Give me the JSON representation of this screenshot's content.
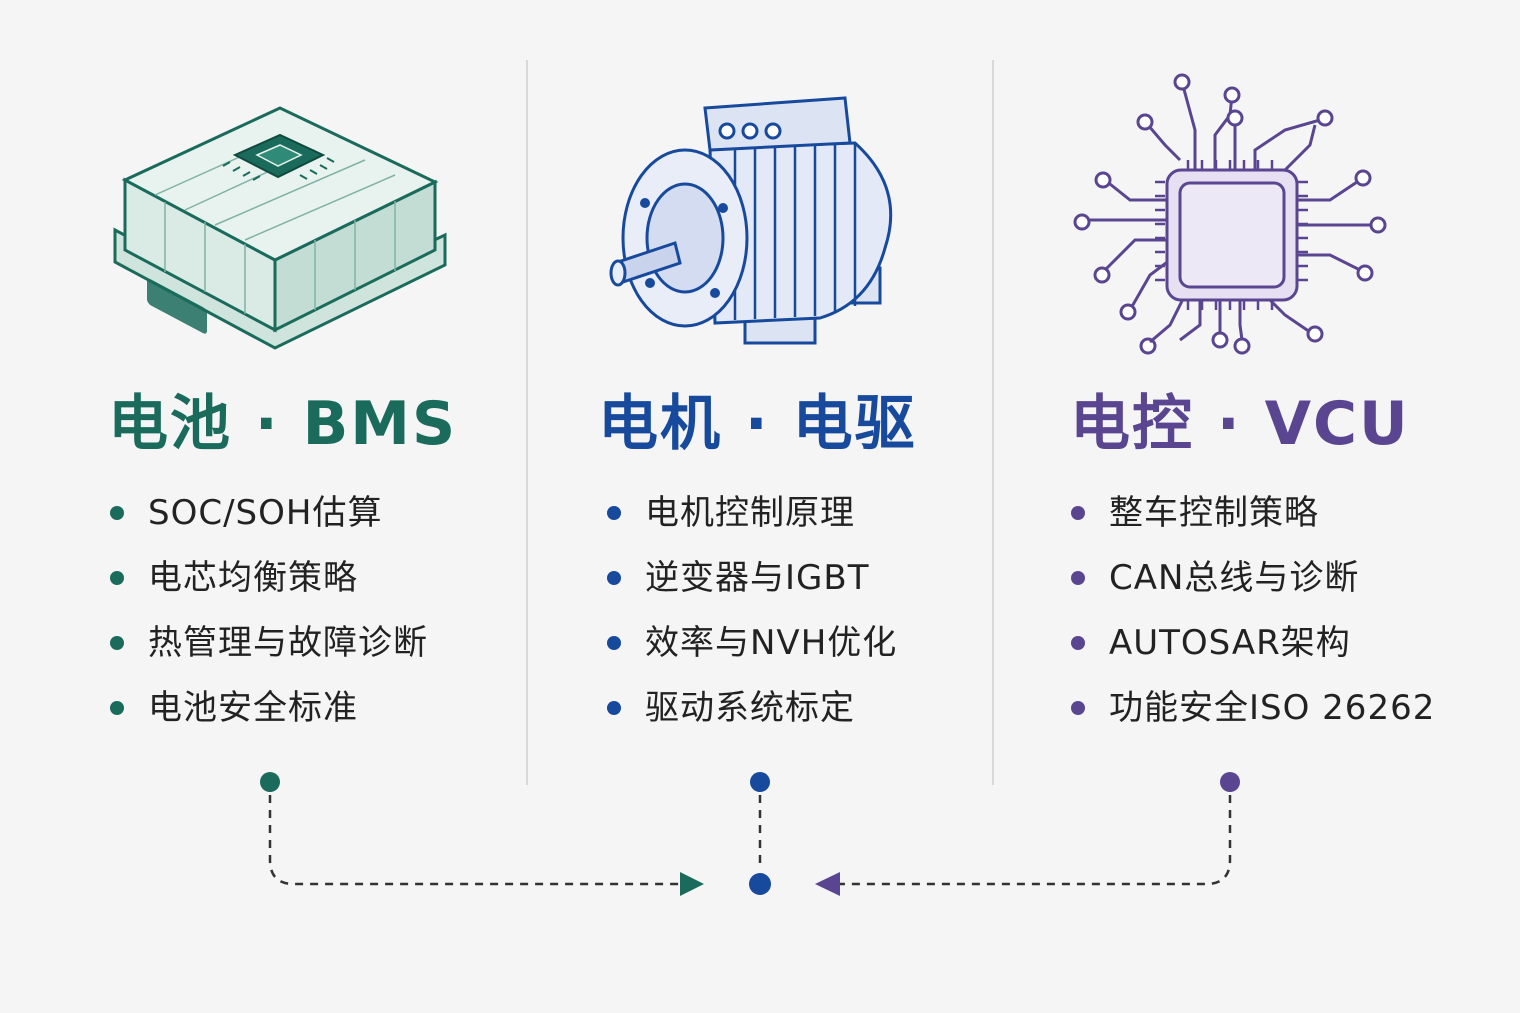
{
  "colors": {
    "battery": "#1a6b5c",
    "motor": "#174a9c",
    "control": "#5a4690",
    "divider": "#d7d9dc",
    "text": "#222222"
  },
  "columns": [
    {
      "id": "battery",
      "icon": "battery-pack-icon",
      "title": "电池 · BMS",
      "items": [
        "SOC/SOH估算",
        "电芯均衡策略",
        "热管理与故障诊断",
        "电池安全标准"
      ]
    },
    {
      "id": "motor",
      "icon": "electric-motor-icon",
      "title": "电机 · 电驱",
      "items": [
        "电机控制原理",
        "逆变器与IGBT",
        "效率与NVH优化",
        "驱动系统标定"
      ]
    },
    {
      "id": "control",
      "icon": "circuit-chip-icon",
      "title": "电控 · VCU",
      "items": [
        "整车控制策略",
        "CAN总线与诊断",
        "AUTOSAR架构",
        "功能安全ISO 26262"
      ]
    }
  ]
}
